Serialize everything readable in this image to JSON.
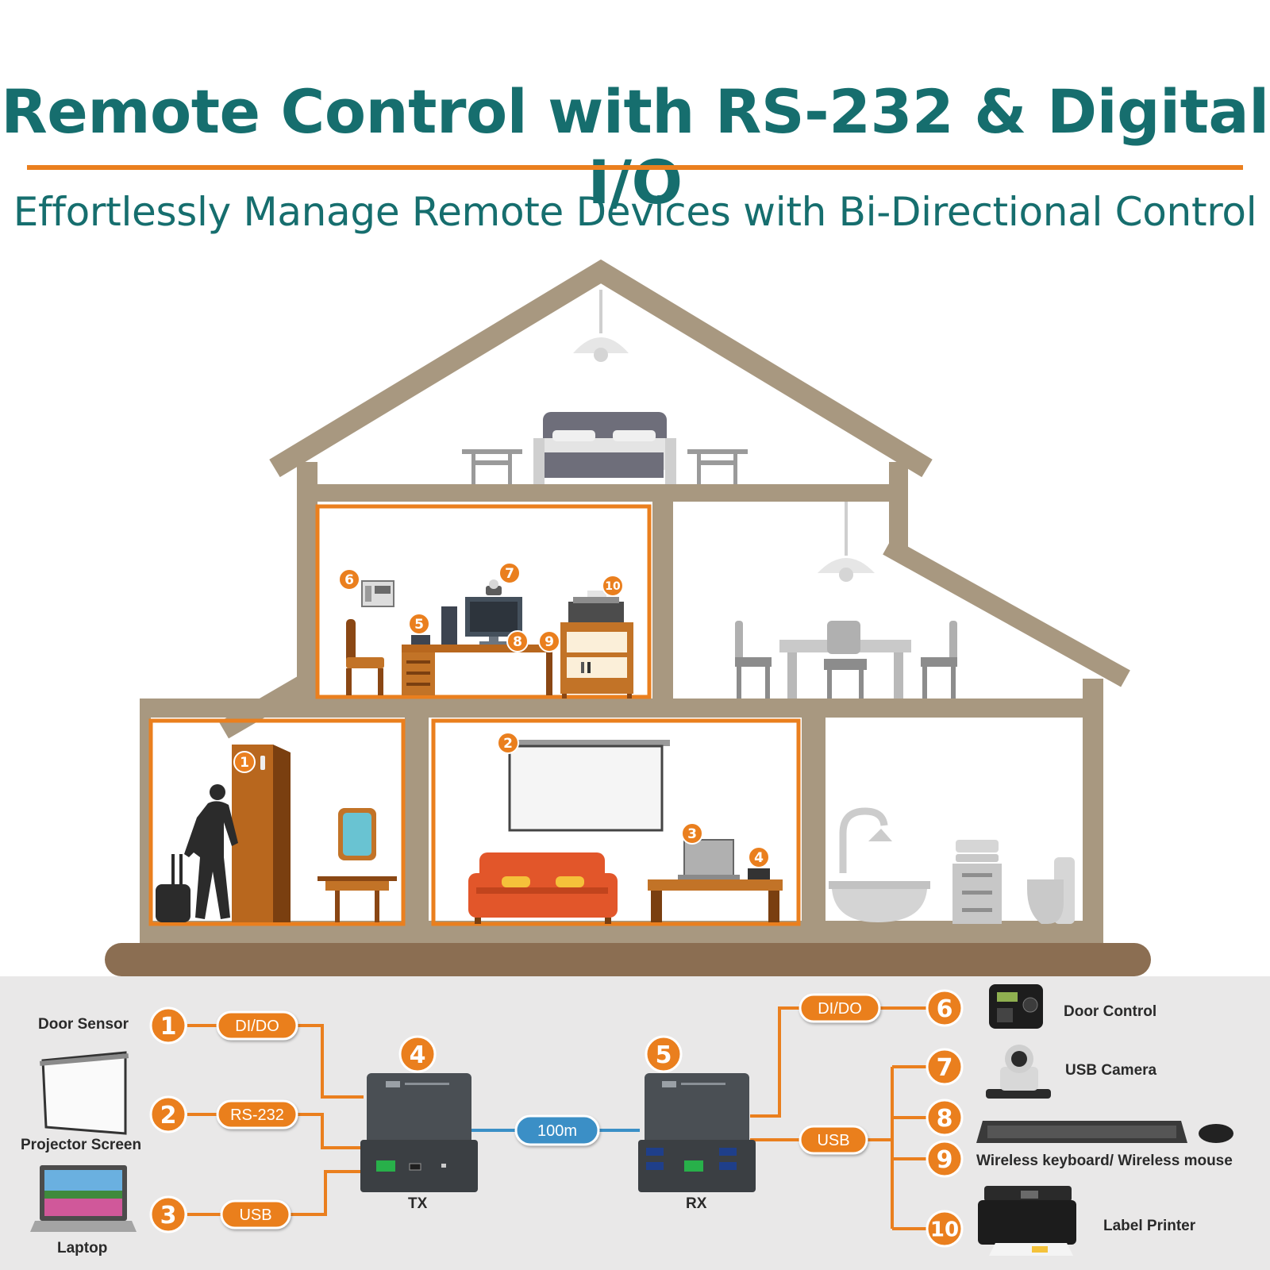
{
  "header": {
    "title": "Remote Control with RS-232 & Digital I/O",
    "subtitle": "Effortlessly Manage Remote Devices with Bi-Directional Control"
  },
  "colors": {
    "accent": "#ea7f1e",
    "title": "#166e6e",
    "house": "#a89880",
    "ground": "#8b6e52",
    "cable_blue": "#3a8fc6",
    "panel": "#e9e8e8"
  },
  "house_markers": [
    "1",
    "2",
    "3",
    "4",
    "5",
    "6",
    "7",
    "8",
    "9",
    "10"
  ],
  "diagram": {
    "inputs": [
      {
        "num": "1",
        "device": "Door Sensor",
        "port": "DI/DO",
        "icon": "door-sensor-icon"
      },
      {
        "num": "2",
        "device": "Projector Screen",
        "port": "RS-232",
        "icon": "projector-screen-icon"
      },
      {
        "num": "3",
        "device": "Laptop",
        "port": "USB",
        "icon": "laptop-icon"
      }
    ],
    "tx": {
      "num": "4",
      "label": "TX"
    },
    "rx": {
      "num": "5",
      "label": "RX"
    },
    "link": "100m",
    "rx_ports": {
      "dido": "DI/DO",
      "usb": "USB"
    },
    "outputs": [
      {
        "num": "6",
        "device": "Door Control",
        "icon": "door-control-icon"
      },
      {
        "num": "7",
        "device": "USB Camera",
        "icon": "usb-camera-icon"
      },
      {
        "num": "8",
        "device": "Wireless keyboard/ Wireless mouse",
        "icon": "keyboard-mouse-icon"
      },
      {
        "num": "9",
        "device": "",
        "icon": ""
      },
      {
        "num": "10",
        "device": "Label Printer",
        "icon": "label-printer-icon"
      }
    ]
  }
}
